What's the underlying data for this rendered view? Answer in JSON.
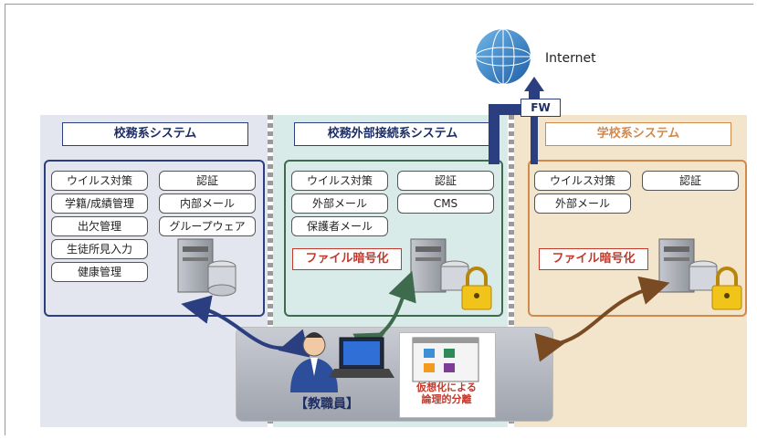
{
  "internet": {
    "label": "Internet"
  },
  "firewall": {
    "label": "FW"
  },
  "zones": {
    "school_affairs": {
      "title": "校務系システム",
      "items": [
        "ウイルス対策",
        "認証",
        "学籍/成績管理",
        "内部メール",
        "出欠管理",
        "グループウェア",
        "生徒所見入力",
        "健康管理"
      ]
    },
    "external": {
      "title": "校務外部接続系システム",
      "items": [
        "ウイルス対策",
        "認証",
        "外部メール",
        "CMS",
        "保護者メール"
      ],
      "encryption": "ファイル暗号化"
    },
    "school_system": {
      "title": "学校系システム",
      "items": [
        "ウイルス対策",
        "認証",
        "外部メール"
      ],
      "encryption": "ファイル暗号化"
    }
  },
  "staff": {
    "label": "【教職員】"
  },
  "virtualization": {
    "line1": "仮想化による",
    "line2": "論理的分離"
  },
  "colors": {
    "school_affairs_border": "#2b3f80",
    "external_border": "#3e6b4e",
    "school_system_border": "#d2894c",
    "encryption_text": "#c0392b"
  }
}
